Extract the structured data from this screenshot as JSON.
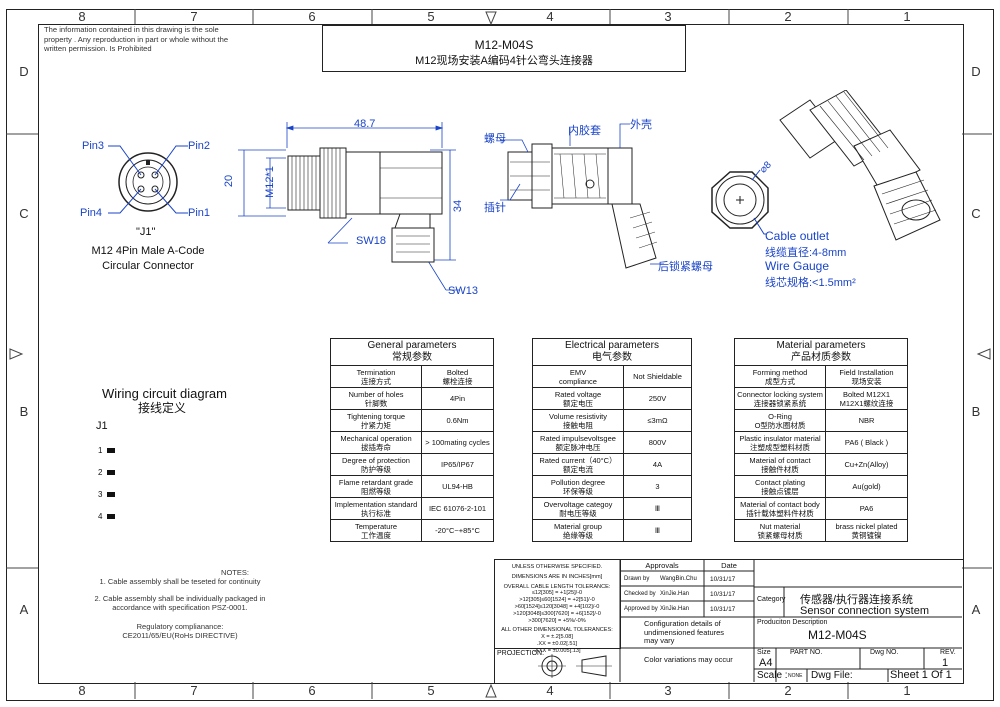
{
  "notice": "The information contained in this drawing is the sole property . Any reproduction in part or whole without the written permission. Is Prohibited",
  "grid": {
    "columns": [
      "8",
      "7",
      "6",
      "5",
      "4",
      "3",
      "2",
      "1"
    ],
    "rows": [
      "D",
      "C",
      "B",
      "A"
    ]
  },
  "title": {
    "part": "M12-M04S",
    "desc": "M12现场安装A编码4针公弯头连接器"
  },
  "front_view": {
    "pins": [
      "Pin3",
      "Pin2",
      "Pin4",
      "Pin1"
    ],
    "name": "\"J1\"",
    "caption1": "M12 4Pin Male A-Code",
    "caption2": "Circular Connector"
  },
  "side_view": {
    "length": "48.7",
    "height": "20",
    "thread": "M12*1",
    "total_height": "34",
    "sw1": "SW18",
    "sw2": "SW13"
  },
  "section_view": {
    "nut": "螺母",
    "inner": "内胶套",
    "shell": "外壳",
    "pin": "插针",
    "rear_nut": "后锁紧螺母"
  },
  "end_view": {
    "dia": "⌀8",
    "l1": "Cable outlet",
    "l2": "线缆直径:4-8mm",
    "l3": "Wire Gauge",
    "l4": "线芯规格:<1.5mm²"
  },
  "wiring": {
    "title_en": "Wiring circuit diagram",
    "title_cn": "接线定义",
    "conn": "J1",
    "pins": [
      "1",
      "2",
      "3",
      "4"
    ]
  },
  "general": {
    "title_en": "General parameters",
    "title_cn": "常规参数",
    "rows": [
      {
        "en": "Termination",
        "cn": "连接方式",
        "v": "Bolted",
        "v2": "螺栓连接"
      },
      {
        "en": "Number of holes",
        "cn": "针脚数",
        "v": "4Pin",
        "v2": ""
      },
      {
        "en": "Tightening torque",
        "cn": "拧紧力矩",
        "v": "0.6Nm",
        "v2": ""
      },
      {
        "en": "Mechanical operation",
        "cn": "拔插寿命",
        "v": "> 100mating cycles",
        "v2": ""
      },
      {
        "en": "Degree of protection",
        "cn": "防护等级",
        "v": "IP65/IP67",
        "v2": ""
      },
      {
        "en": "Flame retardant grade",
        "cn": "阻燃等级",
        "v": "UL94-HB",
        "v2": ""
      },
      {
        "en": "Implementation standard",
        "cn": "执行标准",
        "v": "IEC 61076-2-101",
        "v2": ""
      },
      {
        "en": "Temperature",
        "cn": "工作温度",
        "v": "-20°C~+85°C",
        "v2": ""
      }
    ]
  },
  "electrical": {
    "title_en": "Electrical parameters",
    "title_cn": "电气参数",
    "rows": [
      {
        "en": "EMV",
        "cn": "compliance",
        "v": "Not Shieldable",
        "v2": ""
      },
      {
        "en": "Rated voltage",
        "cn": "额定电压",
        "v": "250V",
        "v2": ""
      },
      {
        "en": "Volume resistivity",
        "cn": "接触电阻",
        "v": "≤3mΩ",
        "v2": ""
      },
      {
        "en": "Rated impulsevoltsgee",
        "cn": "额定脉冲电压",
        "v": "800V",
        "v2": ""
      },
      {
        "en": "Rated current（40°C）",
        "cn": "额定电流",
        "v": "4A",
        "v2": ""
      },
      {
        "en": "Pollution degree",
        "cn": "环保等级",
        "v": "3",
        "v2": ""
      },
      {
        "en": "Overvoltage categoy",
        "cn": "耐电压等级",
        "v": "Ⅲ",
        "v2": ""
      },
      {
        "en": "Material group",
        "cn": "绝缘等级",
        "v": "Ⅲ",
        "v2": ""
      }
    ]
  },
  "material": {
    "title_en": "Material parameters",
    "title_cn": "产品材质参数",
    "rows": [
      {
        "en": "Forming method",
        "cn": "成型方式",
        "v": "Field Installation",
        "v2": "现场安装"
      },
      {
        "en": "Connector locking system",
        "cn": "连接器锁紧系统",
        "v": "Bolted M12X1",
        "v2": "M12X1螺纹连接"
      },
      {
        "en": "O-Ring",
        "cn": "O型防水圈材质",
        "v": "NBR",
        "v2": ""
      },
      {
        "en": "Plastic insulator material",
        "cn": "注塑成型塑料材质",
        "v": "PA6 ( Black )",
        "v2": ""
      },
      {
        "en": "Material of contact",
        "cn": "接触件材质",
        "v": "Cu+Zn(Alloy)",
        "v2": ""
      },
      {
        "en": "Contact plating",
        "cn": "接触点镀层",
        "v": "Au(gold)",
        "v2": ""
      },
      {
        "en": "Material of contact body",
        "cn": "插针载体塑料件材质",
        "v": "PA6",
        "v2": ""
      },
      {
        "en": "Nut material",
        "cn": "锁紧螺母材质",
        "v": "brass nickel plated",
        "v2": "黄铜镀镍"
      }
    ]
  },
  "notes": {
    "head": "NOTES:",
    "n1": "1. Cable assembly shall be teseted for continuity",
    "n2a": "2. Cable assembly shall be individually packaged in",
    "n2b": "accordance with  specification PSZ-0001.",
    "reg1": "Regulatory complianance:",
    "reg2": "CE2011/65/EU(RoHs DIRECTIVE)"
  },
  "titleblock": {
    "unless": "UNLESS OTHERWISE SPECIFIED.",
    "dims": "DIMENSIONS ARE IN INCHES[mm]",
    "tol_head": "OVERALL CABLE LENGTH TOLERANCE:",
    "tol1": "≤12[305] = +1[25]/-0",
    "tol2": ">12[305]≤60[1524] = +2[51]/-0",
    "tol3": ">60[1524]≤120[3048] = +4[102]/-0",
    "tol4": ">120[3048]≤300[7620] = +6[152]/-0",
    "tol5": ">300[7620] = +5%/-0%",
    "other_head": "ALL OTHER DIMENSIONAL TOLERANCES:",
    "o1": "X = ±.2[5.08]",
    "o2": ".XX = ±0.02[.51]",
    "o3": ".XXX = ±0.005[.13]",
    "projection": "PROJECTION:",
    "approvals": "Approvals",
    "date": "Date",
    "drawn_lbl": "Drawn by",
    "drawn": "WangBin.Chu",
    "drawn_date": "10/31/17",
    "checked_lbl": "Checked by",
    "checked": "XinJie.Han",
    "checked_date": "10/31/17",
    "approved_lbl": "Approved by",
    "approved": "XinJie.Han",
    "approved_date": "10/31/17",
    "config1": "Configuration details of",
    "config2": "undimensioned features",
    "config3": "may vary",
    "color": "Color variations may occur",
    "category_lbl": "Category",
    "category_cn": "传感器/执行器连接系统",
    "category_en": "Sensor connection system",
    "prod_lbl": "Produciton Description",
    "prod": "M12-M04S",
    "size_lbl": "Size",
    "size": "A4",
    "partno_lbl": "PART NO.",
    "dwgno_lbl": "Dwg NO.",
    "rev_lbl": "REV.",
    "rev": "1",
    "scale_lbl": "Scale :",
    "scale": "NONE",
    "dwgfile_lbl": "Dwg File:",
    "sheet": "Sheet 1 Of 1"
  }
}
